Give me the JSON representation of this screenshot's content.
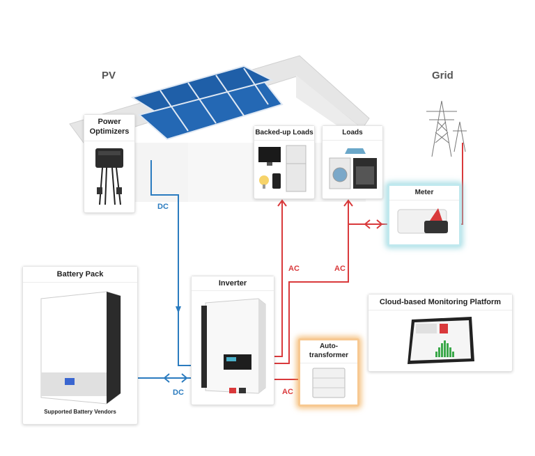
{
  "labels": {
    "pv": "PV",
    "grid": "Grid",
    "dc_top": "DC",
    "dc_bottom": "DC",
    "ac_backup": "AC",
    "ac_loads": "AC",
    "ac_auto": "AC"
  },
  "cards": {
    "optimizers": "Power\nOptimizers",
    "backed_up_loads": "Backed-up Loads",
    "loads": "Loads",
    "meter": "Meter",
    "battery_pack": "Battery Pack",
    "battery_caption": "Supported Battery Vendors",
    "inverter": "Inverter",
    "autotransformer": "Auto-\ntransformer",
    "cloud": "Cloud-based Monitoring Platform"
  },
  "colors": {
    "dc_line": "#2a7bbf",
    "ac_line": "#d9393b",
    "meter_glow": "#8fd3dc",
    "autotransformer_glow": "#f0a545"
  }
}
